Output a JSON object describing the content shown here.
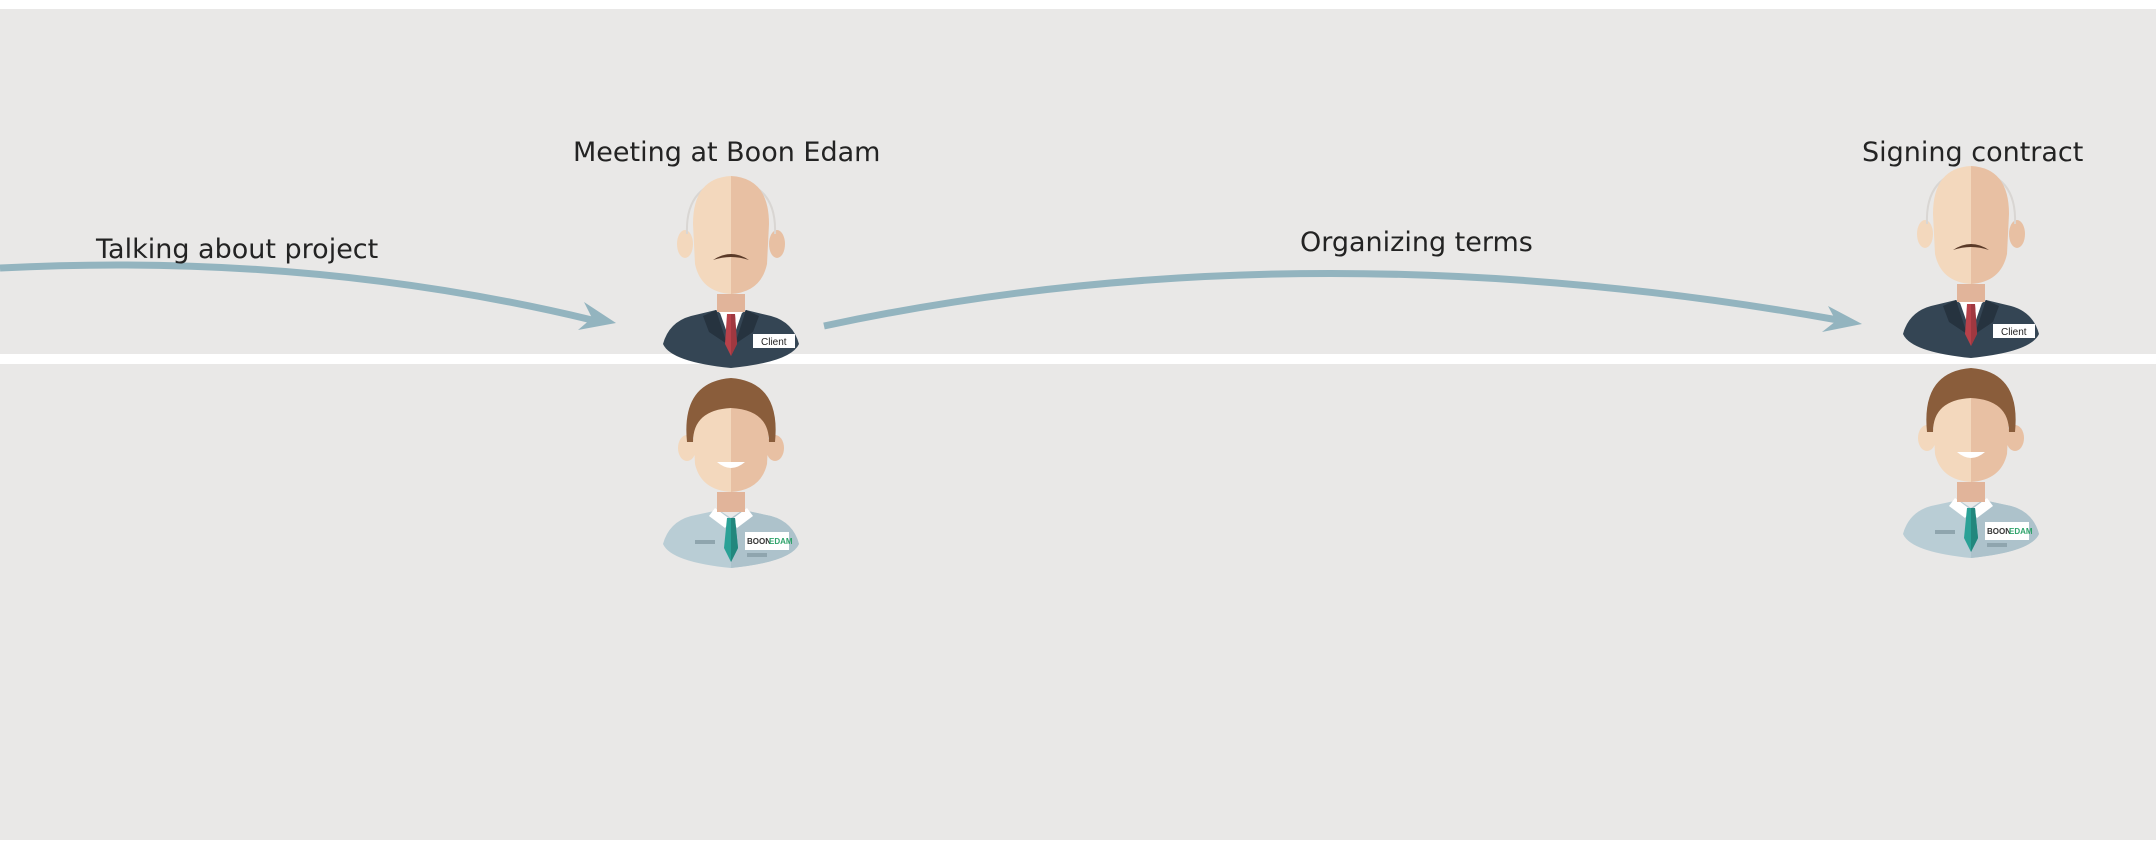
{
  "colors": {
    "panel": "#e9e8e7",
    "arrow": "#93b4bf",
    "suit": "#344554",
    "client_tie": "#b8414a",
    "employee_shirt": "#b9cdd5",
    "employee_tie": "#2aa196",
    "hair": "#8a5d3b",
    "skin_light": "#f3d8bd",
    "skin_shade": "#e8c0a3"
  },
  "steps": [
    {
      "label": "Talking about project"
    },
    {
      "label": "Meeting at Boon Edam"
    },
    {
      "label": "Organizing terms"
    },
    {
      "label": "Signing contract"
    }
  ],
  "client": {
    "badge": "Client"
  },
  "employee": {
    "logo_boon": "BOON",
    "logo_edam": "EDAM"
  }
}
